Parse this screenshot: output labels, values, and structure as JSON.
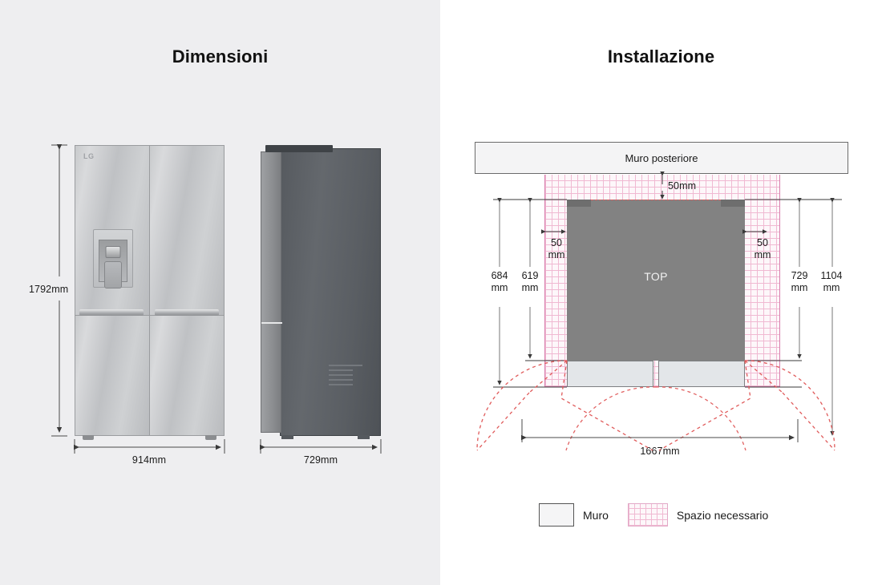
{
  "panels": {
    "dimensions": {
      "title": "Dimensioni",
      "background": "#eeeef0",
      "front_view": {
        "height_label": "1792mm",
        "width_label": "914mm",
        "brand_logo": "LG"
      },
      "side_view": {
        "depth_label": "729mm"
      }
    },
    "installation": {
      "title": "Installazione",
      "background": "#ffffff",
      "wall_label": "Muro posteriore",
      "unit_label": "TOP",
      "clearances": {
        "rear": "50mm",
        "left_value": "50",
        "left_unit": "mm",
        "right_value": "50",
        "right_unit": "mm"
      },
      "left_dimensions": [
        {
          "value": "684",
          "unit": "mm"
        },
        {
          "value": "619",
          "unit": "mm"
        }
      ],
      "right_dimensions": [
        {
          "value": "729",
          "unit": "mm"
        },
        {
          "value": "1104",
          "unit": "mm"
        }
      ],
      "bottom_dimension": "1667mm",
      "legend": [
        {
          "label": "Muro",
          "swatch": "wall-swatch",
          "color": "#f5f5f6"
        },
        {
          "label": "Spazio necessario",
          "swatch": "space-swatch",
          "color": "#fdf7fa"
        }
      ],
      "colors": {
        "hatch_line": "#f0b9d2",
        "hatch_border": "#d87fae",
        "door_swing": "#e05b5b",
        "unit_body": "#828282"
      }
    }
  }
}
